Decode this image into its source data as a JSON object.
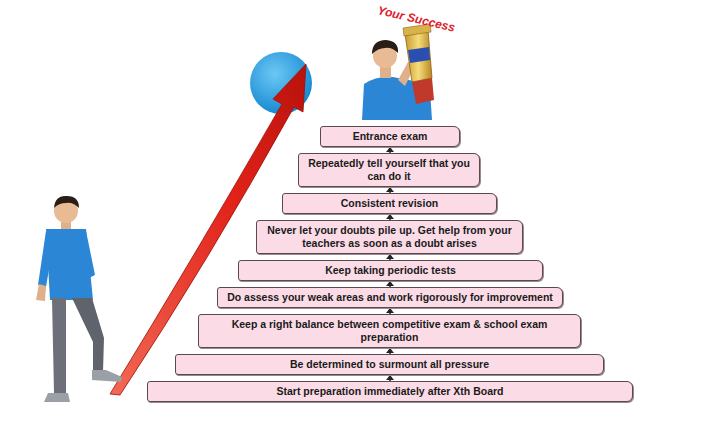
{
  "diagram": {
    "nodes": [
      {
        "text": [
          "Entrance exam"
        ]
      },
      {
        "text": [
          "Repeatedly tell yourself that you can do it"
        ]
      },
      {
        "text": [
          "Consistent revision"
        ]
      },
      {
        "text": [
          "Never let your doubts pile up. Get help from your teachers as soon as a doubt arises"
        ]
      },
      {
        "text": [
          "Keep taking periodic tests"
        ]
      },
      {
        "text": [
          "Do assess your weak areas and work rigorously for improvement"
        ]
      },
      {
        "text": [
          "Keep a right balance between competitive exam & school exam preparation"
        ]
      },
      {
        "text": [
          "Be determined to surmount all pressure"
        ]
      },
      {
        "text": [
          "Start preparation immediately after Xth Board"
        ]
      }
    ],
    "edges": [
      {
        "from": 8,
        "to": 7,
        "arrow": "to"
      },
      {
        "from": 7,
        "to": 6,
        "arrow": "to"
      },
      {
        "from": 6,
        "to": 5,
        "arrow": "to"
      },
      {
        "from": 5,
        "to": 4,
        "arrow": "to"
      },
      {
        "from": 4,
        "to": 3,
        "arrow": "to"
      },
      {
        "from": 3,
        "to": 2,
        "arrow": "to"
      },
      {
        "from": 2,
        "to": 1,
        "arrow": "to"
      },
      {
        "from": 1,
        "to": 0,
        "arrow": "to"
      }
    ],
    "labels": [
      "Your Success"
    ]
  }
}
